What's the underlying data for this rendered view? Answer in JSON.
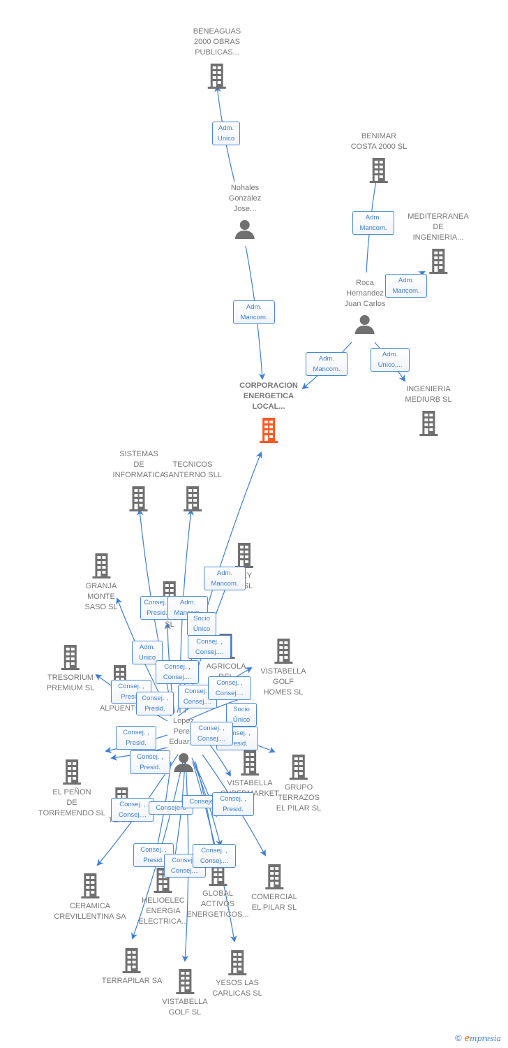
{
  "colors": {
    "edge": "#3d7fd6",
    "node_gray": "#707070",
    "node_main": "#ff5722",
    "label": "#777777"
  },
  "focus_company": {
    "name": "CORPORACION\nENERGETICA\nLOCAL...",
    "icon": "building-icon"
  },
  "companies": [
    {
      "id": "beneaguas",
      "name": "BENEAGUAS\n2000 OBRAS\nPUBLICAS..."
    },
    {
      "id": "benimar",
      "name": "BENIMAR\nCOSTA 2000 SL"
    },
    {
      "id": "mediterranea",
      "name": "MEDITERRANEA\nDE\nINGENIERIA..."
    },
    {
      "id": "mediurb",
      "name": "INGENIERIA\nMEDIURB SL"
    },
    {
      "id": "sistemas",
      "name": "SISTEMAS\nDE\nINFORMATICA"
    },
    {
      "id": "tecnicos",
      "name": "TECNICOS\nSANTERNO  SLL"
    },
    {
      "id": "key",
      "name": "KEY\nD  SL"
    },
    {
      "id": "granja",
      "name": "GRANJA\nMONTE\nSASO SL"
    },
    {
      "id": "renovable",
      "name": "RENOVABLE\nSL"
    },
    {
      "id": "agricola",
      "name": "AGRICOLA\nDEL\nS..."
    },
    {
      "id": "vistabella_homes",
      "name": "VISTABELLA\nGOLF\nHOMES  SL"
    },
    {
      "id": "tresorium",
      "name": "TRESORIUM\nPREMIUM  SL"
    },
    {
      "id": "brico",
      "name": "BRIC\nALPUENTE"
    },
    {
      "id": "penon",
      "name": "EL PEÑON\nDE\nTORREMENDO SL"
    },
    {
      "id": "terra",
      "name": "TERRA"
    },
    {
      "id": "supermarket",
      "name": "VISTABELLA\nSUPERMARKET"
    },
    {
      "id": "grupo_terrazos",
      "name": "GRUPO\nTERRAZOS\nEL PILAR SL"
    },
    {
      "id": "ceramica",
      "name": "CERAMICA\nCREVILLENTINA SA"
    },
    {
      "id": "helioelec",
      "name": "HELIOELEC\nENERGIA\nELECTRICA..."
    },
    {
      "id": "global",
      "name": "GLOBAL\nACTIVOS\nENERGETICOS..."
    },
    {
      "id": "comercial",
      "name": "COMERCIAL\nEL PILAR SL"
    },
    {
      "id": "terrapilar",
      "name": "TERRAPILAR SA"
    },
    {
      "id": "vistabella_golf",
      "name": "VISTABELLA\nGOLF  SL"
    },
    {
      "id": "yesos",
      "name": "YESOS LAS\nCARLICAS  SL"
    }
  ],
  "persons": [
    {
      "id": "nohales",
      "name": "Nohales\nGonzalez\nJose..."
    },
    {
      "id": "roca",
      "name": "Roca\nHernandez\nJuan Carlos"
    },
    {
      "id": "lopez",
      "name": "Lopez\nPerez\nEduardo"
    }
  ],
  "relations": [
    {
      "label": "Adm.\nUnico"
    },
    {
      "label": "Adm.\nMancom."
    },
    {
      "label": "Adm.\nMancom."
    },
    {
      "label": "Adm.\nMancom."
    },
    {
      "label": "Adm.\nMancom."
    },
    {
      "label": "Adm.\nUnico,..."
    },
    {
      "label": "Adm.\nMancom."
    },
    {
      "label": "Consej. ,\nPresid."
    },
    {
      "label": "Adm.\nMancom."
    },
    {
      "label": "Socio\nÚnico"
    },
    {
      "label": "Consej. ,\nConsej...."
    },
    {
      "label": "Adm.\nUnico"
    },
    {
      "label": "Consej. ,\nConsej...."
    },
    {
      "label": "Consej. ,\nPresid."
    },
    {
      "label": "Consej. ,\nPresid."
    },
    {
      "label": "Consej. ,\nConsej...."
    },
    {
      "label": "Consej. ,\nConsej...."
    },
    {
      "label": "Socio\nÚnico"
    },
    {
      "label": "Consej. ,\nPresid."
    },
    {
      "label": "Consej. ,\nConsej...."
    },
    {
      "label": "Consej. ,\nPresid."
    },
    {
      "label": "Consej. ,\nPresid."
    },
    {
      "label": "Consej. ,\nConsej...."
    },
    {
      "label": "Consejero"
    },
    {
      "label": "Consejero"
    },
    {
      "label": "Consej. ,\nPresid."
    },
    {
      "label": "Consej. ,\nPresid."
    },
    {
      "label": "Consej. ,\nConsej...."
    },
    {
      "label": "Consej. ,\nConsej...."
    }
  ],
  "footer": {
    "copyright": "©",
    "brand_initial": "e",
    "brand_rest": "mpresia"
  }
}
